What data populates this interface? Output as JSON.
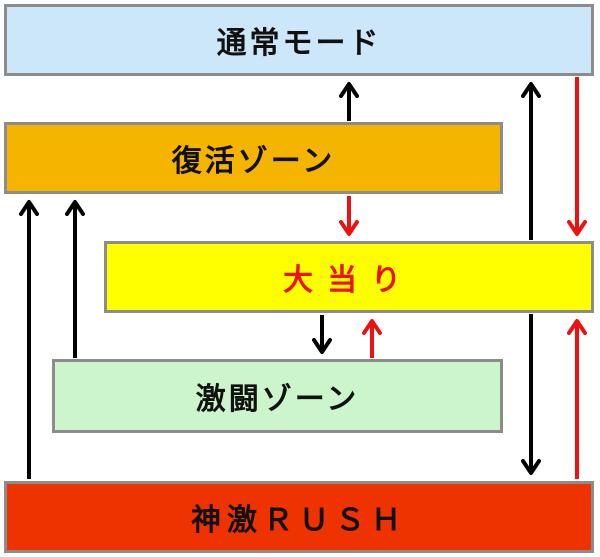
{
  "diagram": {
    "nodes": {
      "normal": {
        "label": "通常モード",
        "fill": "#cce6fa",
        "text_color": "#111111"
      },
      "revival": {
        "label": "復活ゾーン",
        "fill": "#f5b400",
        "text_color": "#111111"
      },
      "jackpot": {
        "label": "大当り",
        "fill": "#ffff00",
        "text_color": "#ee1111"
      },
      "battle": {
        "label": "激闘ゾーン",
        "fill": "#ccf5cc",
        "text_color": "#111111"
      },
      "rush": {
        "label": "神激ＲＵＳＨ",
        "fill": "#ee3300",
        "text_color": "#111111"
      }
    },
    "edges": [
      {
        "from": "revival",
        "to": "normal",
        "color": "#000000"
      },
      {
        "from": "revival",
        "to": "jackpot",
        "color": "#ee1111"
      },
      {
        "from": "rush",
        "to": "normal",
        "color": "#000000"
      },
      {
        "from": "normal",
        "to": "rush",
        "color": "#000000"
      },
      {
        "from": "normal",
        "to": "jackpot",
        "color": "#ee1111"
      },
      {
        "from": "rush",
        "to": "jackpot",
        "color": "#ee1111"
      },
      {
        "from": "rush",
        "to": "revival",
        "color": "#000000"
      },
      {
        "from": "battle",
        "to": "revival",
        "color": "#000000"
      },
      {
        "from": "jackpot",
        "to": "battle",
        "color": "#000000"
      },
      {
        "from": "battle",
        "to": "jackpot",
        "color": "#ee1111"
      }
    ]
  }
}
